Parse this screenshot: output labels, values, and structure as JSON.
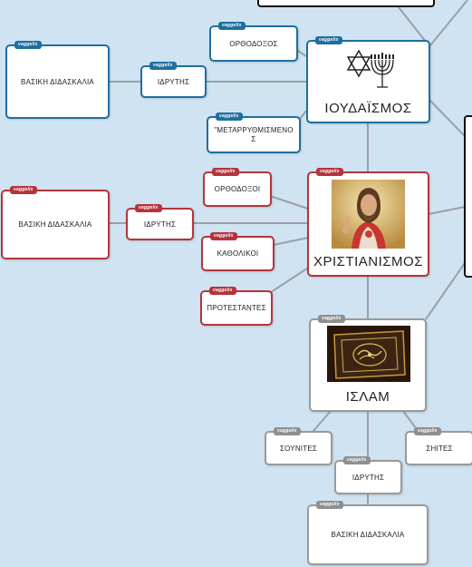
{
  "author_tag": "vaggelis",
  "nodes": {
    "judaism": {
      "title": "ΙΟΥΔΑΪΣΜΟΣ"
    },
    "christianity": {
      "title": "ΧΡΙΣΤΙΑΝΙΣΜΟΣ"
    },
    "islam": {
      "title": "ΙΣΛΑΜ"
    },
    "judaism_basic": {
      "label": "ΒΑΣΙΚΗ ΔΙΔΑΣΚΑΛΙΑ"
    },
    "judaism_founder": {
      "label": "ΙΔΡΥΤΗΣ"
    },
    "judaism_orthodox": {
      "label": "ΟΡΘΟΔΟΞΟΣ"
    },
    "judaism_reformed": {
      "label": "\"ΜΕΤΑΡΡΥΘΜΙΣΜΕΝΟΣ"
    },
    "christianity_basic": {
      "label": "ΒΑΣΙΚΗ ΔΙΔΑΣΚΑΛΙΑ"
    },
    "christianity_founder": {
      "label": "ΙΔΡΥΤΗΣ"
    },
    "christianity_orthodox": {
      "label": "ΟΡΘΟΔΟΞΟΙ"
    },
    "christianity_catholic": {
      "label": "ΚΑΘΟΛΙΚΟΙ"
    },
    "christianity_protestant": {
      "label": "ΠΡΟΤΕΣΤΑΝΤΕΣ"
    },
    "islam_sunni": {
      "label": "ΣΟΥΝΙΤΕΣ"
    },
    "islam_shia": {
      "label": "ΣΗΙΤΕΣ"
    },
    "islam_founder": {
      "label": "ΙΔΡΥΤΗΣ"
    },
    "islam_basic": {
      "label": "ΒΑΣΙΚΗ ΔΙΔΑΣΚΑΛΙΑ"
    }
  },
  "colors": {
    "background": "#cfe3f2",
    "judaism": "#1f6f9e",
    "christianity": "#b5343a",
    "islam": "#9a9a9a",
    "connector": "#9aa0a6"
  },
  "icons": {
    "judaism": "star-of-david-menorah-icon",
    "christianity": "jesus-portrait-image",
    "islam": "quran-book-image"
  }
}
